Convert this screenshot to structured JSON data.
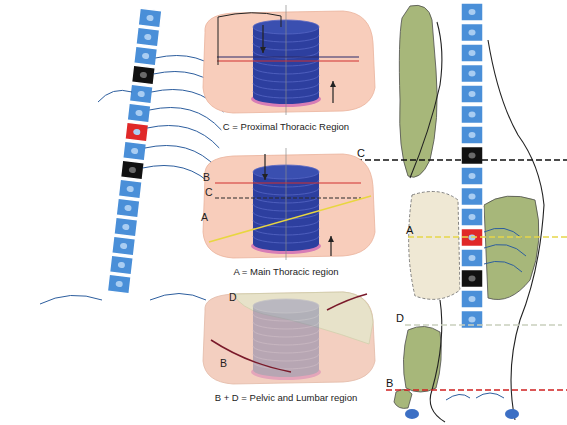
{
  "diagram": {
    "nodes": [
      {
        "text": [
          "C = Proximal Thoracic Region"
        ]
      },
      {
        "text": [
          "B",
          "C",
          "A",
          "A = Main Thoracic region"
        ]
      },
      {
        "text": [
          "D",
          "B",
          "B + D = Pelvic and Lumbar region"
        ]
      }
    ],
    "labels": [
      "C",
      "A",
      "D",
      "B"
    ]
  }
}
